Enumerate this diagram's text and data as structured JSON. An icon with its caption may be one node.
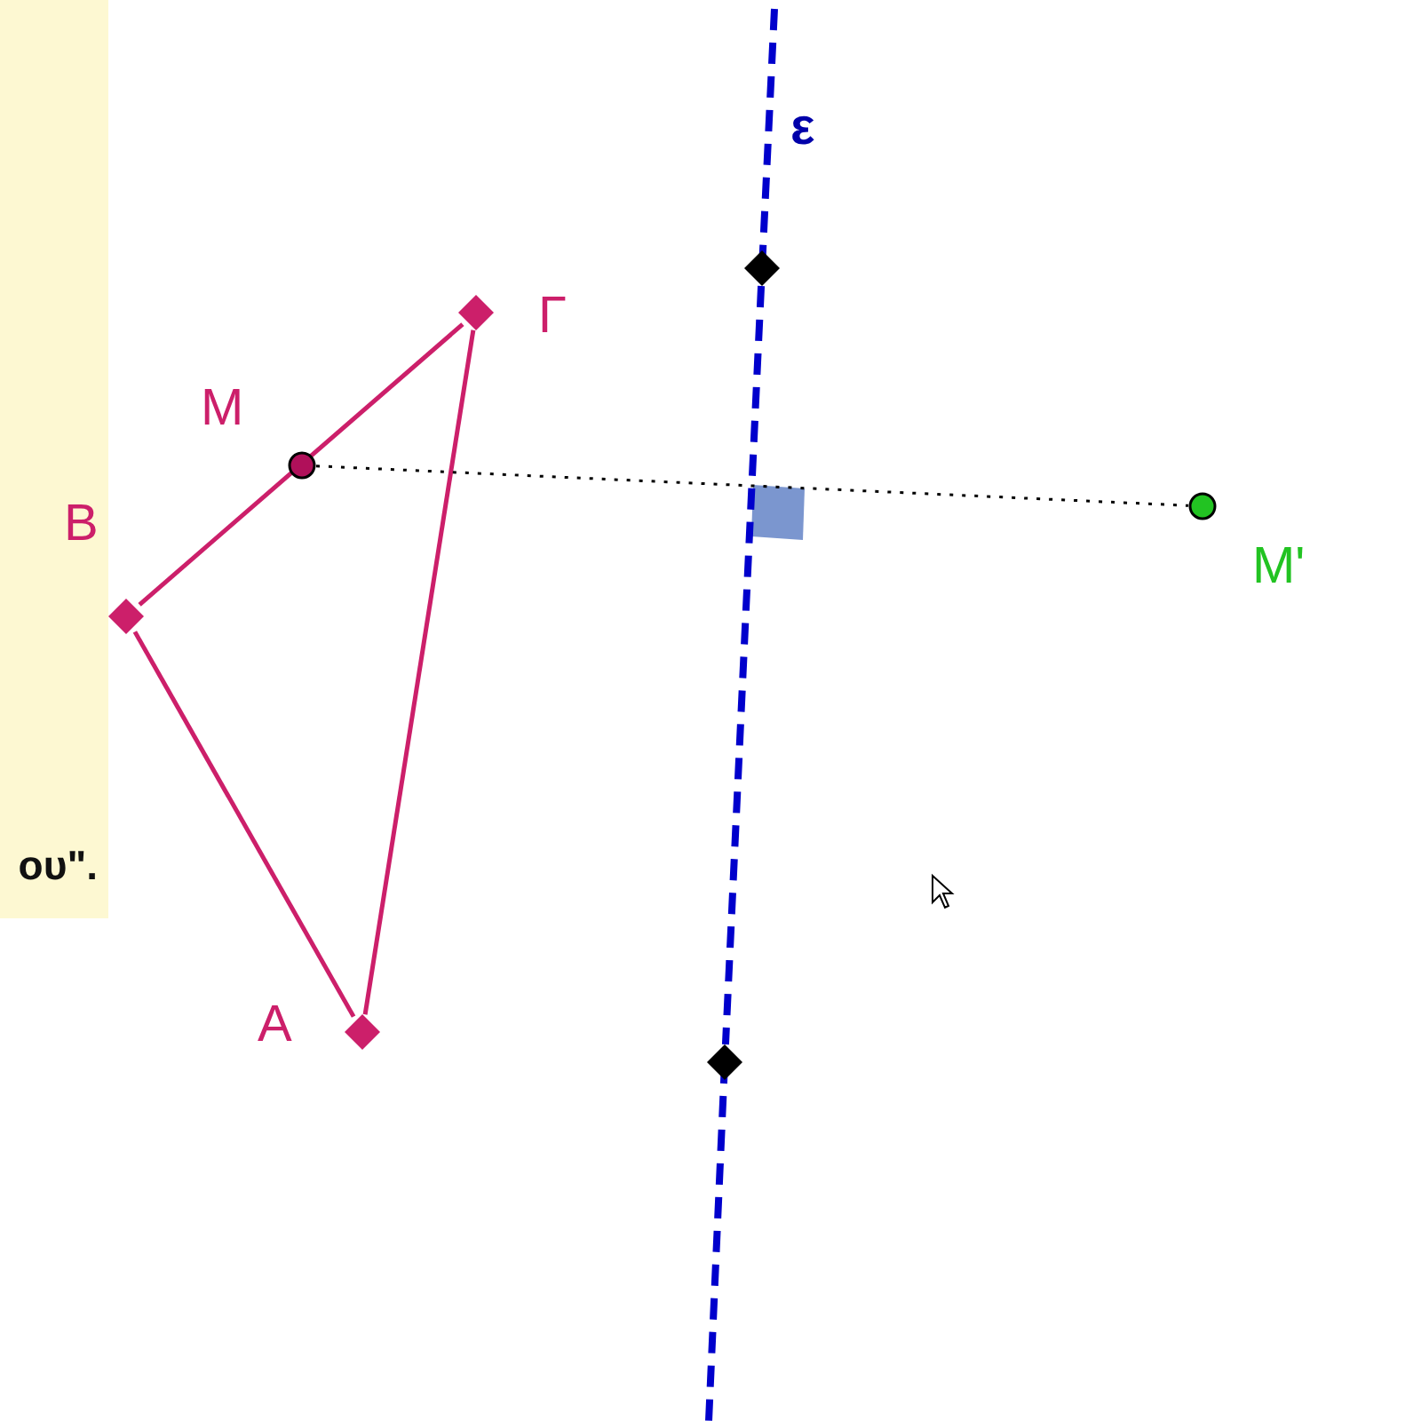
{
  "diagram": {
    "nodes": [
      {
        "text": [],
        "shape": "diamond",
        "beside": [
          "Γ"
        ]
      },
      {
        "text": [],
        "shape": "circle",
        "beside": [
          "Μ"
        ]
      },
      {
        "text": [],
        "shape": "diamond",
        "beside": [
          "Β"
        ]
      },
      {
        "text": [],
        "shape": "diamond",
        "beside": [
          "Α"
        ]
      },
      {
        "text": [],
        "shape": "circle",
        "beside": [
          "Μ'"
        ]
      },
      {
        "text": [],
        "shape": "diamond"
      },
      {
        "text": [],
        "shape": "diamond"
      }
    ],
    "edges": [
      {
        "from": 2,
        "to": 0,
        "arrow": "none"
      },
      {
        "from": 0,
        "to": 3,
        "arrow": "none"
      },
      {
        "from": 3,
        "to": 2,
        "arrow": "none"
      },
      {
        "from": 1,
        "to": 4,
        "arrow": "none",
        "style": "dashed",
        "color": "#000000"
      },
      {
        "from": 5,
        "to": 6,
        "arrow": "none",
        "style": "dashed",
        "color": "#0000cc"
      }
    ],
    "labels": [
      "ε",
      "ου\"."
    ]
  }
}
